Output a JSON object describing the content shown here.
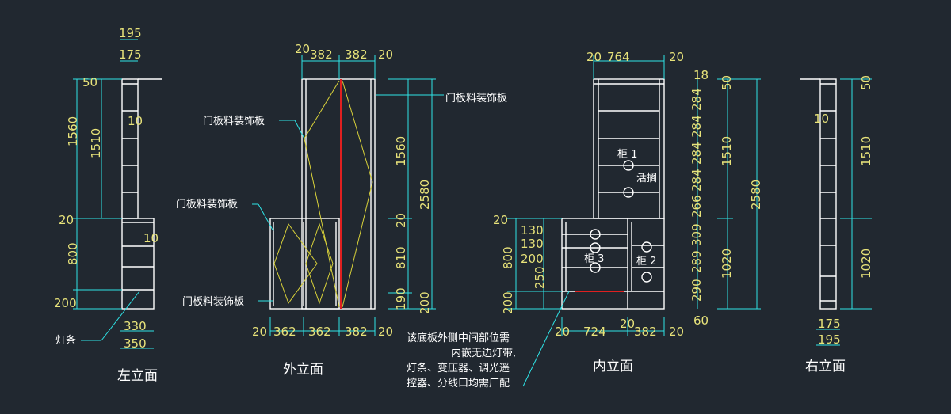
{
  "views": {
    "left": {
      "title": "左立面",
      "dims": {
        "w195": "195",
        "w175": "175",
        "h50": "50",
        "h1560": "1560",
        "h1510": "1510",
        "h10a": "10",
        "h20": "20",
        "h10b": "10",
        "h800": "800",
        "h200": "200",
        "w330": "330",
        "w350": "350"
      },
      "light_strip": "灯条"
    },
    "outer": {
      "title": "外立面",
      "dims": {
        "t20a": "20",
        "t382a": "382",
        "t382b": "382",
        "t20b": "20",
        "h1560": "1560",
        "h20": "20",
        "h810": "810",
        "h190": "190",
        "h2580": "2580",
        "h200": "200",
        "b20a": "20",
        "b362a": "362",
        "b362b": "362",
        "b382": "382",
        "b20b": "20"
      },
      "labels": [
        "门板料装饰板",
        "门板料装饰板",
        "门板料装饰板",
        "门板料装饰板"
      ]
    },
    "inner": {
      "title": "内立面",
      "dims": {
        "t20a": "20",
        "t764": "764",
        "t20b": "20",
        "r18": "18",
        "r284a": "284",
        "r284b": "284",
        "r284c": "284",
        "r284d": "284",
        "r266": "266",
        "r309": "309",
        "r289": "289",
        "r290": "290",
        "r60": "60",
        "r1510": "1510",
        "r1020": "1020",
        "r2580": "2580",
        "l20": "20",
        "l130a": "130",
        "l130b": "130",
        "l200a": "200",
        "l250": "250",
        "l800": "800",
        "l200b": "200",
        "b20a": "20",
        "b724": "724",
        "b20b": "20",
        "b382": "382",
        "b20c": "20",
        "r50": "50"
      },
      "cab1": "柜 1",
      "cab2": "柜 2",
      "cab3": "柜 3",
      "movable": "活搁",
      "note": [
        "该底板外侧中间部位需",
        "内嵌无边灯带,",
        "灯条、变压器、调光遥",
        "控器、分线口均需厂配"
      ]
    },
    "right": {
      "title": "右立面",
      "dims": {
        "h50": "50",
        "h1510": "1510",
        "h10": "10",
        "h1020": "1020",
        "w175": "175",
        "w195": "195"
      }
    }
  },
  "colors": {
    "background": "#212830",
    "dimension_text": "#e8e37a",
    "dimension_line": "#2ee3e6",
    "outline": "#ffffff",
    "decor_line": "#d9d23a",
    "red_line": "#e02020"
  }
}
